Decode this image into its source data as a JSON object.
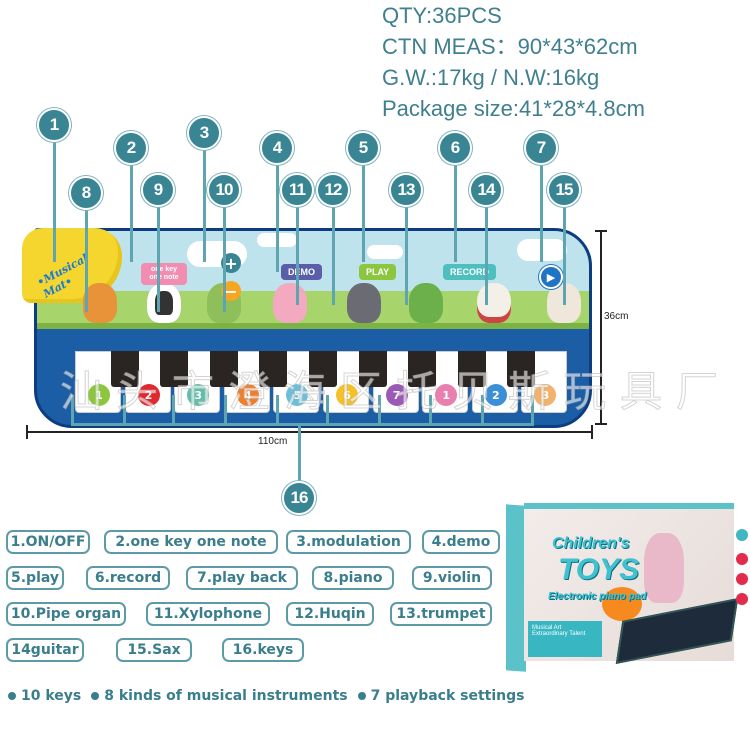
{
  "specs": {
    "qty": "QTY:36PCS",
    "ctn_meas": "CTN MEAS：90*43*62cm",
    "weight": "G.W.:17kg  /  N.W:16kg",
    "package_size": "Package size:41*28*4.8cm"
  },
  "callouts": {
    "n1": "1",
    "n2": "2",
    "n3": "3",
    "n4": "4",
    "n5": "5",
    "n6": "6",
    "n7": "7",
    "n8": "8",
    "n9": "9",
    "n10": "10",
    "n11": "11",
    "n12": "12",
    "n13": "13",
    "n14": "14",
    "n15": "15",
    "n16": "16"
  },
  "mat": {
    "brand_label": "•Musical Mat•",
    "bubble_one_key": "one key one note",
    "bubble_demo": "DEMO",
    "bubble_play": "PLAY",
    "bubble_record": "RECORD",
    "plus_symbol": "+",
    "minus_symbol": "−",
    "colors": {
      "frame": "#1c5ea6",
      "sky": "#bfe3ec",
      "grass": "#a7d46b",
      "yellow_panel": "#f4d62f"
    },
    "keys": [
      {
        "note": "1",
        "color": "#8cc63f"
      },
      {
        "note": "2",
        "color": "#e0282e"
      },
      {
        "note": "3",
        "color": "#5fbfaa"
      },
      {
        "note": "4",
        "color": "#ef7f2d"
      },
      {
        "note": "5",
        "color": "#6cbfd8"
      },
      {
        "note": "6",
        "color": "#f5c02a"
      },
      {
        "note": "7",
        "color": "#9b59b6"
      },
      {
        "note": "1",
        "color": "#e87fae"
      },
      {
        "note": "2",
        "color": "#3b8fd6"
      },
      {
        "note": "3",
        "color": "#f3b26b"
      }
    ]
  },
  "dimensions": {
    "width": "110cm",
    "height": "36cm"
  },
  "watermark": "汕头市澄海区托贝斯玩具厂",
  "legend": [
    "1.ON/OFF",
    "2.one key one note",
    "3.modulation",
    "4.demo",
    "5.play",
    "6.record",
    "7.play back",
    "8.piano",
    "9.violin",
    "10.Pipe organ",
    "11.Xylophone",
    "12.Huqin",
    "13.trumpet",
    "14guitar",
    "15.Sax",
    "16.keys"
  ],
  "features": [
    "10 keys",
    "8 kinds of musical instruments",
    "7 playback settings"
  ],
  "box": {
    "title_line1": "Children's",
    "title_line2": "TOYS",
    "subtitle": "Electronic piano pad",
    "panel_text": "Musical Art Extraordinary Talent"
  },
  "accent_color": "#3a8594"
}
